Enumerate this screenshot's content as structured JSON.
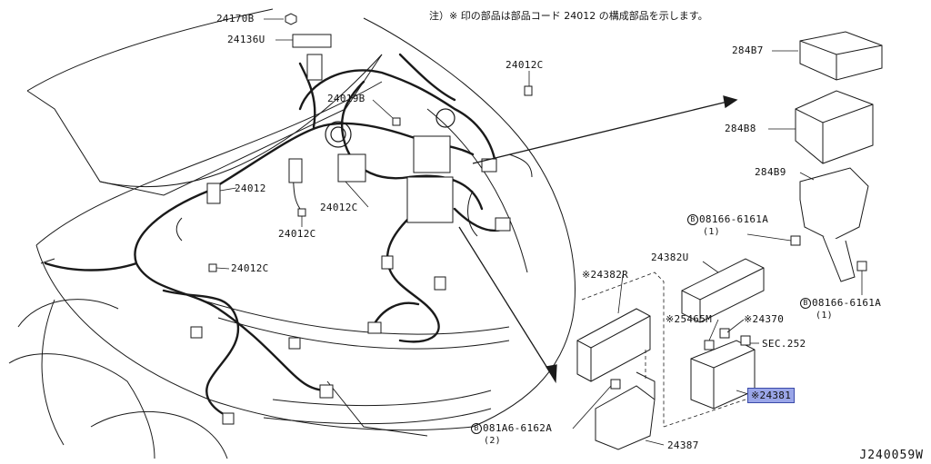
{
  "note": "注）※ 印の部品は部品コード 24012 の構成部品を示します。",
  "diagram_id": "J240059W",
  "labels": {
    "p24170B": "24170B",
    "p24136U": "24136U",
    "p24012C_top": "24012C",
    "p24019B": "24019B",
    "p24012": "24012",
    "p24012C_mid": "24012C",
    "p24012C_low": "24012C",
    "p24012C_left": "24012C",
    "p284B7": "284B7",
    "p284B8": "284B8",
    "p284B9": "284B9",
    "bolt1": "08166-6161A",
    "bolt1_qty": "(1)",
    "p24382U": "24382U",
    "bolt2": "08166-6161A",
    "bolt2_qty": "(1)",
    "p24382R": "※24382R",
    "p25465M": "※25465M",
    "p24370": "※24370",
    "sec252": "SEC.252",
    "p24381": "※24381",
    "bolt3": "081A6-6162A",
    "bolt3_qty": "(2)",
    "p24387": "24387"
  },
  "bolt_symbol": "B",
  "colors": {
    "line": "#1a1a1a",
    "highlight": "#9aa6e8"
  }
}
